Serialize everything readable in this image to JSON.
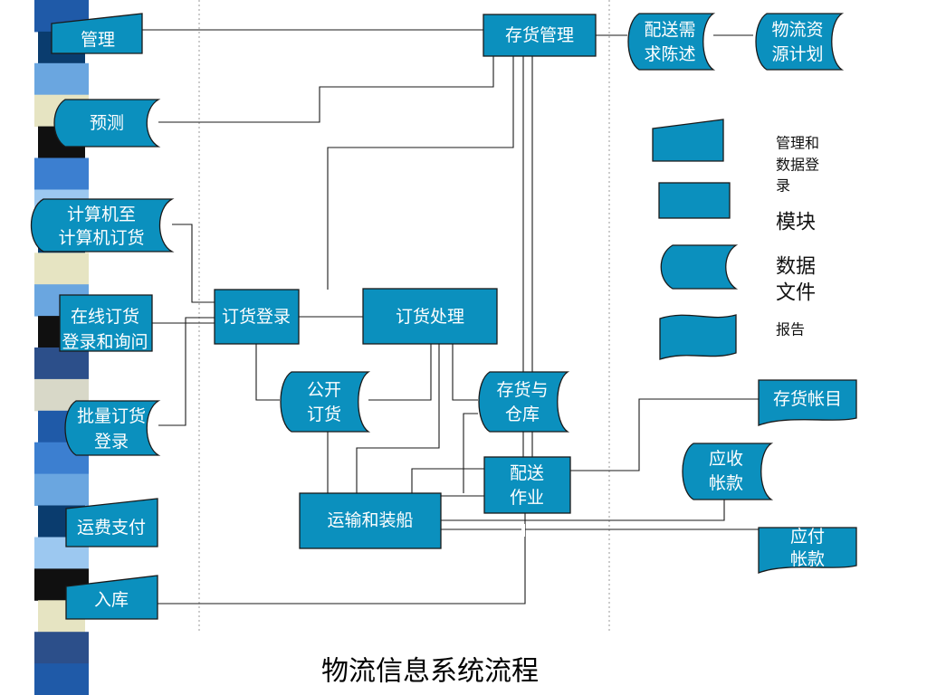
{
  "title": "物流信息系统流程",
  "nodes": {
    "guanli": "管理",
    "yuce": "预测",
    "jisuanji": [
      "计算机至",
      "计算机订货"
    ],
    "zaixian": [
      "在线订货",
      "登录和询问"
    ],
    "piliang": [
      "批量订货",
      "登录"
    ],
    "yunfei": "运费支付",
    "ruku": "入库",
    "dinghuo_denglu": "订货登录",
    "dinghuo_chuli": "订货处理",
    "gongkai": [
      "公开",
      "订货"
    ],
    "cunhuo_cangku": [
      "存货与",
      "仓库"
    ],
    "peisong": [
      "配送",
      "作业"
    ],
    "yunshu": "运输和装船",
    "cunhuo_guanli": "存货管理",
    "peisong_xuqiu": [
      "配送需",
      "求陈述"
    ],
    "wuliu_ziyuan": [
      "物流资",
      "源计划"
    ],
    "cunhuo_zhangmu": "存货帐目",
    "yingshou": [
      "应收",
      "帐款"
    ],
    "yingfu": [
      "应付",
      "帐款"
    ]
  },
  "legend": {
    "manual_input": [
      "管理和",
      "数据登",
      "录"
    ],
    "module": "模块",
    "data_file": [
      "数据",
      "文件"
    ],
    "report": "报告"
  },
  "colors": {
    "box_fill": "#0b90be",
    "stripe": [
      "#1f5aa8",
      "#0a3c6e",
      "#6aa6e0",
      "#101010",
      "#e6e4c2",
      "#3c7fd0",
      "#9cc8f0",
      "#2c4f8a",
      "#d8d8c8"
    ]
  }
}
